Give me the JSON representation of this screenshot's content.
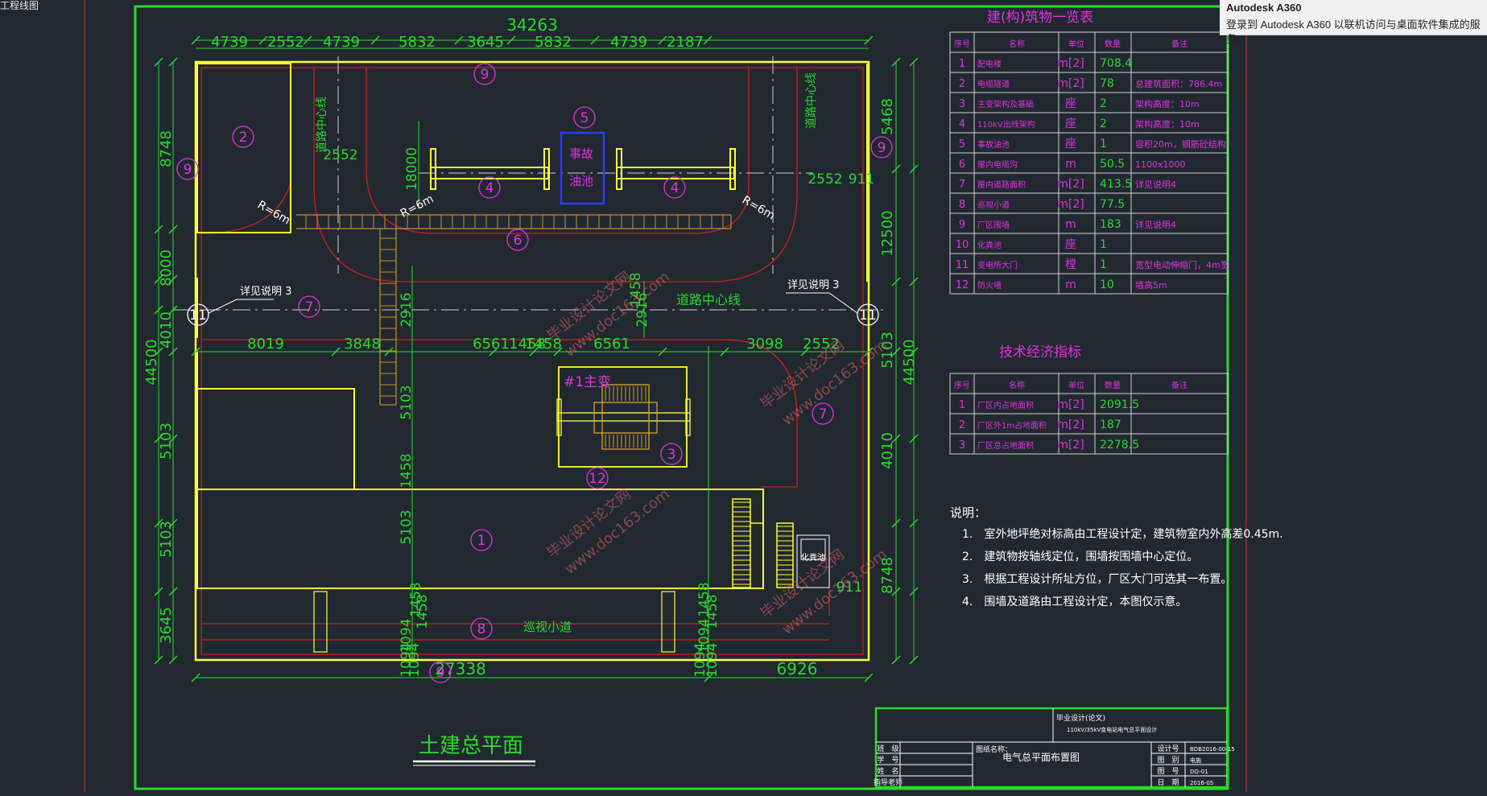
{
  "window": {
    "tab_title": "工程线图"
  },
  "tooltip": {
    "title": "Autodesk A360",
    "message": "登录到 Autodesk A360 以联机访问与桌面软件集成的服务。"
  },
  "drawing": {
    "title": "土建总平面",
    "bubbles": [
      "9",
      "2",
      "9",
      "5",
      "4",
      "4",
      "6",
      "9",
      "11",
      "7",
      "11",
      "7",
      "3",
      "12",
      "1",
      "8",
      "9"
    ],
    "labels": {
      "road_center_1": "道路中心线",
      "road_center_2": "道路中心线",
      "road_center_3": "道路中心线",
      "patrol_path": "巡视小道",
      "accident_pit_1": "事故",
      "accident_pit_2": "油池",
      "transformer": "#1主变",
      "see_note_1": "详见说明 3",
      "see_note_2": "详见说明 3",
      "radius_1": "R=6m",
      "radius_2": "R=6m",
      "radius_3": "R=6m",
      "kiosk": "化粪池"
    },
    "dims_top": [
      "34263",
      "4739",
      "2552",
      "4739",
      "5832",
      "3645",
      "5832",
      "4739",
      "2187"
    ],
    "dims_mid": [
      "8019",
      "3848",
      "6561",
      "1458",
      "1458",
      "6561",
      "3098",
      "2552"
    ],
    "dims_bottom": [
      "27338",
      "6926"
    ],
    "dims_left": [
      "8748",
      "8000",
      "44500",
      "4010",
      "5103",
      "5103",
      "3645"
    ],
    "dims_right": [
      "5468",
      "12500",
      "44500",
      "5103",
      "4010",
      "8748"
    ],
    "dims_inner": [
      "2552",
      "18000",
      "2552",
      "911",
      "2916",
      "2916",
      "1458",
      "5103",
      "1458",
      "5103",
      "1094",
      "1094",
      "1094",
      "1458",
      "1458",
      "1094",
      "1094",
      "1094",
      "1458",
      "1458",
      "911"
    ]
  },
  "table1": {
    "title": "建(构)筑物一览表",
    "headers": [
      "序号",
      "名称",
      "单位",
      "数量",
      "备注"
    ],
    "rows": [
      [
        "1",
        "配电楼",
        "m[2]",
        "708.4",
        ""
      ],
      [
        "2",
        "电缆隧道",
        "m[2]",
        "78",
        "总建筑面积：786.4m"
      ],
      [
        "3",
        "主变架构及基础",
        "座",
        "2",
        "架构高度：10m"
      ],
      [
        "4",
        "110kV出线架构",
        "座",
        "2",
        "架构高度：10m"
      ],
      [
        "5",
        "事故油池",
        "座",
        "1",
        "容积20m，钢筋砼结构"
      ],
      [
        "6",
        "屋内电缆沟",
        "m",
        "50.5",
        "1100x1000"
      ],
      [
        "7",
        "屋内道路面积",
        "m[2]",
        "413.5",
        "详见说明4"
      ],
      [
        "8",
        "巡视小道",
        "m[2]",
        "77.5",
        ""
      ],
      [
        "9",
        "厂区围墙",
        "m",
        "183",
        "详见说明4"
      ],
      [
        "10",
        "化粪池",
        "座",
        "1",
        ""
      ],
      [
        "11",
        "变电所大门",
        "樘",
        "1",
        "宽型电动伸缩门，4m宽"
      ],
      [
        "12",
        "防火墙",
        "m",
        "10",
        "墙高5m"
      ]
    ]
  },
  "table2": {
    "title": "技术经济指标",
    "headers": [
      "序号",
      "名称",
      "单位",
      "数量",
      "备注"
    ],
    "rows": [
      [
        "1",
        "厂区内占地面积",
        "m[2]",
        "2091.5",
        ""
      ],
      [
        "2",
        "厂区外1m占地面积",
        "m[2]",
        "187",
        ""
      ],
      [
        "3",
        "厂区总占地面积",
        "m[2]",
        "2278.5",
        ""
      ]
    ]
  },
  "notes": {
    "heading": "说明：",
    "items": [
      "1.　室外地坪绝对标高由工程设计定，建筑物室内外高差0.45m.",
      "2.　建筑物按轴线定位，围墙按围墙中心定位。",
      "3.　根据工程设计所址方位，厂区大门可选其一布置。",
      "4.　围墙及道路由工程设计定，本图仅示意。"
    ]
  },
  "titleblock": {
    "school": "毕业设计(论文)",
    "subject": "110kV/35kV变电站电气总平面设计",
    "drawing_name_label": "图纸名称：",
    "drawing_name": "电气总平面布置图",
    "rows_left": [
      "班　级",
      "学　号",
      "姓　名",
      "指导老师"
    ],
    "rows_right_labels": [
      "设计号",
      "图　别",
      "图　号",
      "日　期"
    ],
    "rows_right_values": [
      "BDB2016-00-15",
      "电施",
      "DQ-01",
      "2016-05"
    ]
  },
  "watermarks": [
    "毕业设计论文网",
    "www.doc163.com",
    "毕业设计论文网",
    "www.doc163.com",
    "毕业设计论文网",
    "www.doc163.com",
    "毕业设计论文网",
    "www.doc163.com"
  ]
}
